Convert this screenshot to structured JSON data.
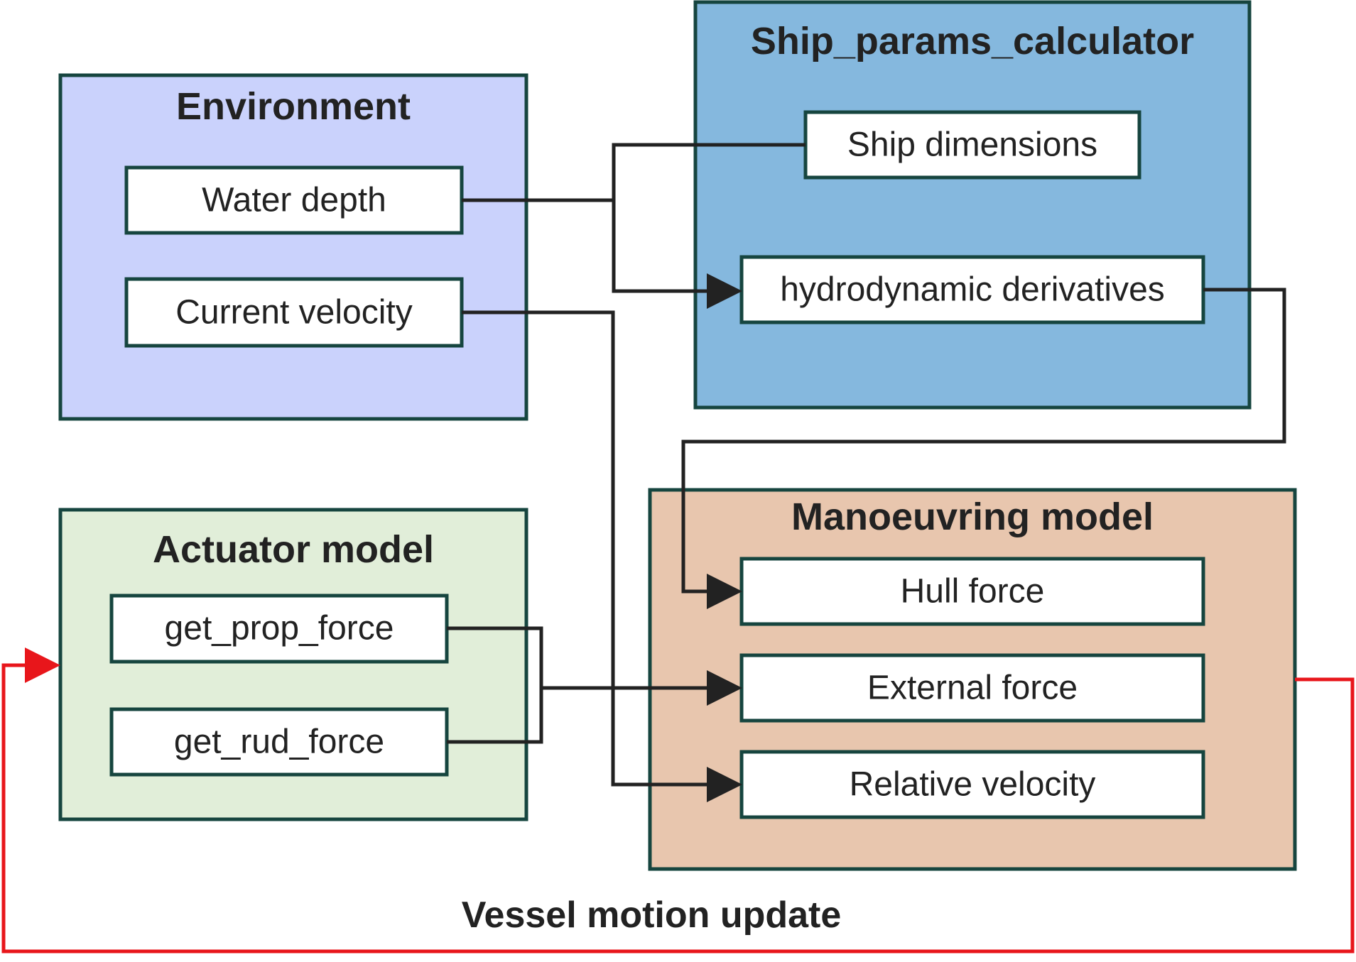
{
  "groups": {
    "environment": {
      "title": "Environment",
      "color": "#cad2fc",
      "items": [
        "Water depth",
        "Current velocity"
      ]
    },
    "ship_params": {
      "title": "Ship_params_calculator",
      "color": "#85b8de",
      "items": [
        "Ship dimensions",
        "hydrodynamic derivatives"
      ]
    },
    "actuator": {
      "title": "Actuator model",
      "color": "#e1eed9",
      "items": [
        "get_prop_force",
        "get_rud_force"
      ]
    },
    "manoeuvring": {
      "title": "Manoeuvring model",
      "color": "#e8c6ae",
      "items": [
        "Hull force",
        "External force",
        "Relative velocity"
      ]
    }
  },
  "feedback": {
    "label": "Vessel motion update",
    "color": "#e8161b"
  },
  "connection_color": "#222222",
  "border_color": "#16453f"
}
